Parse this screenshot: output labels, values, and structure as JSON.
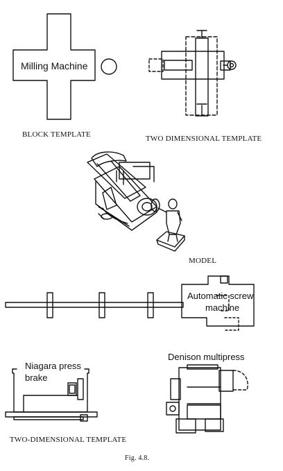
{
  "block_template": {
    "machine_label": "Milling Machine",
    "caption": "BLOCK TEMPLATE"
  },
  "two_dimensional_template_top": {
    "caption": "TWO DIMENSIONAL TEMPLATE"
  },
  "model": {
    "caption": "MODEL"
  },
  "automatic_screw": {
    "label_line1": "Automatic screw",
    "label_line2": "machine"
  },
  "niagara": {
    "label_line1": "Niagara press",
    "label_line2": "brake"
  },
  "denison": {
    "label": "Denison multipress"
  },
  "two_dimensional_template_bottom": {
    "caption": "TWO-DIMENSIONAL TEMPLATE"
  },
  "figure": {
    "caption": "Fig. 4.8."
  }
}
